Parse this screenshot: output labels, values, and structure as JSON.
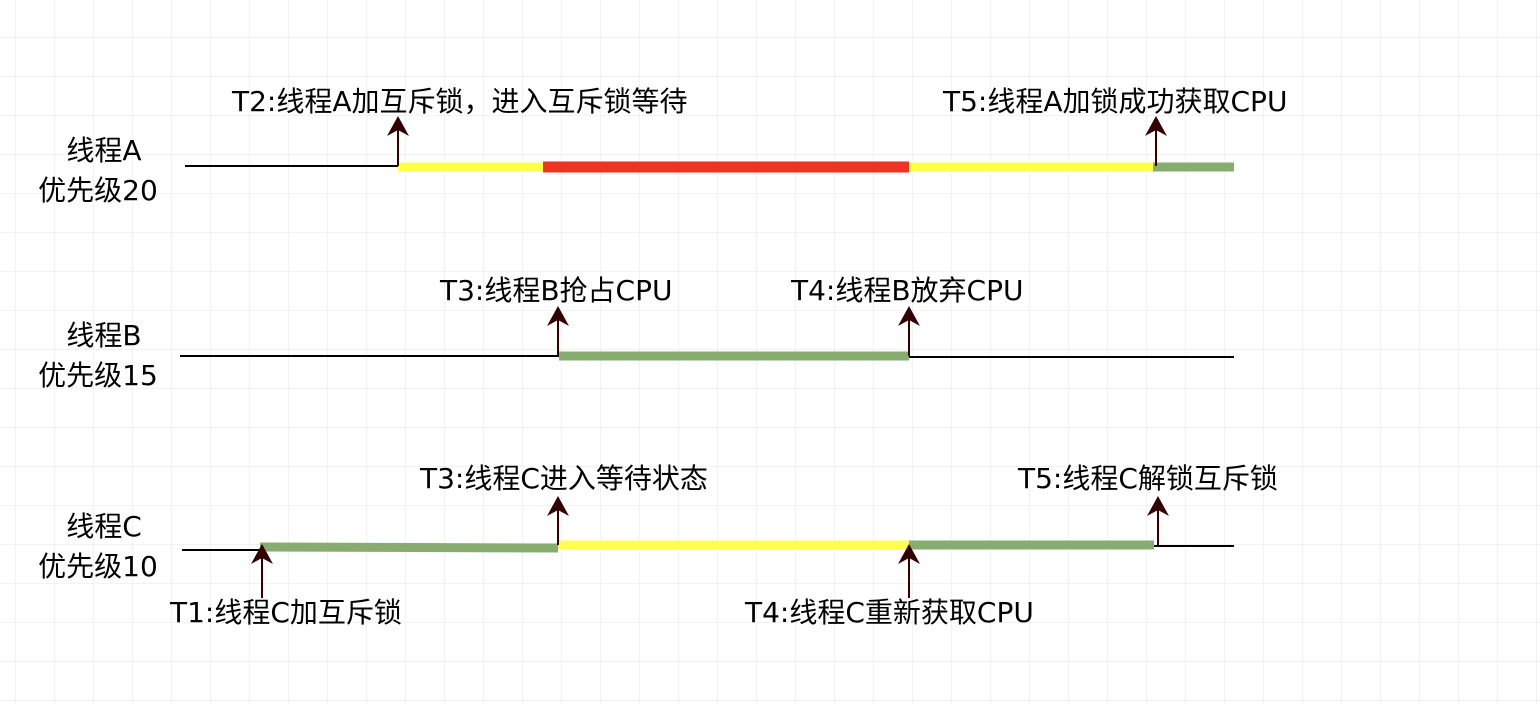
{
  "colors": {
    "ready": "#FFFF4D",
    "blocked": "#EE3322",
    "running": "#86AD6F",
    "idle": "#000000",
    "arrow": "#330000",
    "grid": "#E4E4E4"
  },
  "threads": {
    "a": {
      "name": "线程A",
      "priority": "优先级20"
    },
    "b": {
      "name": "线程B",
      "priority": "优先级15"
    },
    "c": {
      "name": "线程C",
      "priority": "优先级10"
    }
  },
  "events": {
    "a_t2": "T2:线程A加互斥锁，进入互斥锁等待",
    "a_t5": "T5:线程A加锁成功获取CPU",
    "b_t3": "T3:线程B抢占CPU",
    "b_t4": "T4:线程B放弃CPU",
    "c_t3": "T3:线程C进入等待状态",
    "c_t5": "T5:线程C解锁互斥锁",
    "c_t1": "T1:线程C加互斥锁",
    "c_t4": "T4:线程C重新获取CPU"
  }
}
